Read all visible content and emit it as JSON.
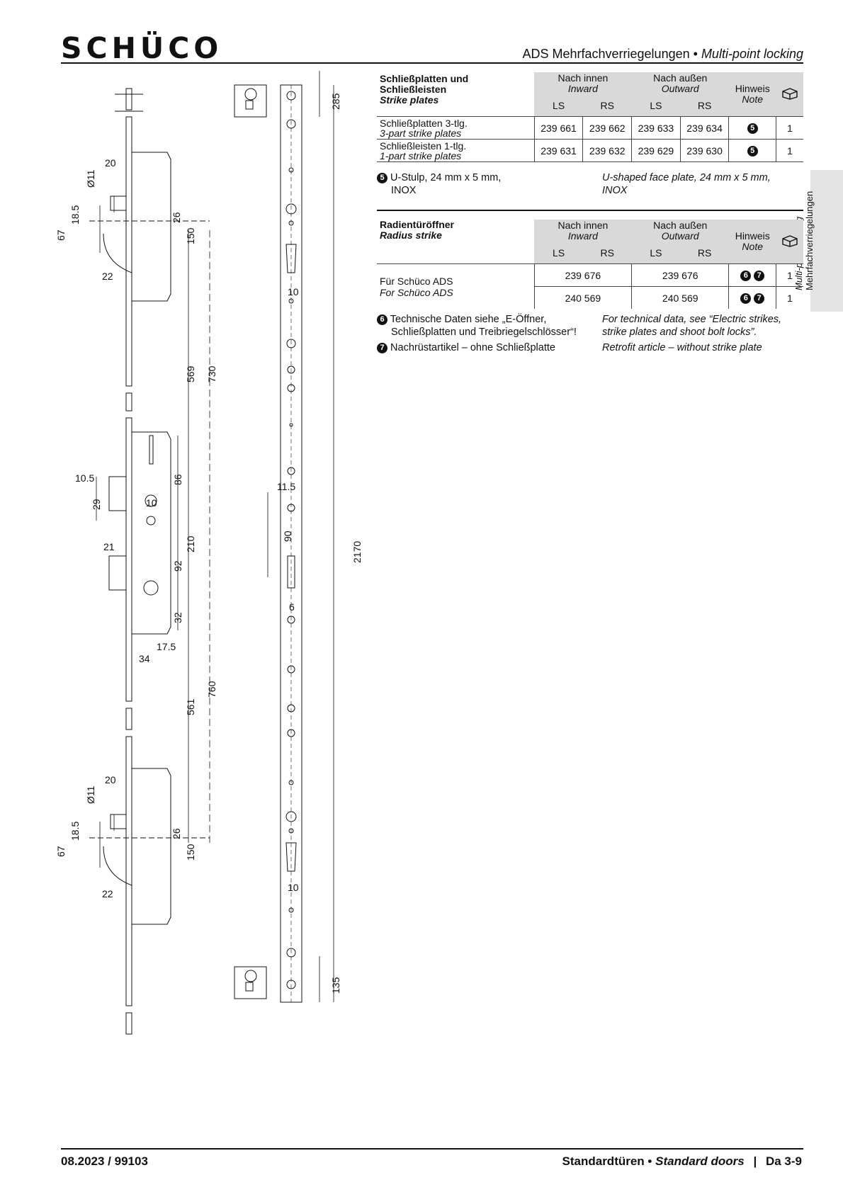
{
  "brand": "SCHÜCO",
  "header": {
    "title_de": "ADS Mehrfachverriegelungen",
    "title_sep": " • ",
    "title_en": "Multi-point locking"
  },
  "side_tab": {
    "en": "Multi-point locking",
    "de": "Mehrfachverriegelungen"
  },
  "table_strike": {
    "heading_de_1": "Schließplatten und",
    "heading_de_2": "Schließleisten",
    "heading_en": "Strike plates",
    "inward_de": "Nach innen",
    "inward_en": "Inward",
    "outward_de": "Nach außen",
    "outward_en": "Outward",
    "note_de": "Hinweis",
    "note_en": "Note",
    "ls": "LS",
    "rs": "RS",
    "rows": [
      {
        "de": "Schließplatten 3-tlg.",
        "en": "3-part strike plates",
        "in_ls": "239 661",
        "in_rs": "239 662",
        "out_ls": "239 633",
        "out_rs": "239 634",
        "note": "5",
        "qty": "1"
      },
      {
        "de": "Schließleisten 1-tlg.",
        "en": "1-part strike plates",
        "in_ls": "239 631",
        "in_rs": "239 632",
        "out_ls": "239 629",
        "out_rs": "239 630",
        "note": "5",
        "qty": "1"
      }
    ],
    "footnote_num": "5",
    "footnote_de_1": "U-Stulp, 24 mm x 5 mm,",
    "footnote_de_2": "INOX",
    "footnote_en_1": "U-shaped face plate, 24 mm x 5 mm,",
    "footnote_en_2": "INOX"
  },
  "table_radius": {
    "heading_de": "Radientüröffner",
    "heading_en": "Radius strike",
    "inward_de": "Nach innen",
    "inward_en": "Inward",
    "outward_de": "Nach außen",
    "outward_en": "Outward",
    "note_de": "Hinweis",
    "note_en": "Note",
    "ls": "LS",
    "rs": "RS",
    "row_de": "Für Schüco ADS",
    "row_en": "For Schüco ADS",
    "rows": [
      {
        "inward": "239 676",
        "outward": "239 676",
        "note_a": "6",
        "note_b": "7",
        "qty": "1"
      },
      {
        "inward": "240 569",
        "outward": "240 569",
        "note_a": "6",
        "note_b": "7",
        "qty": "1"
      }
    ],
    "fn6_num": "6",
    "fn6_de_1": "Technische Daten siehe „E-Öffner,",
    "fn6_de_2": "Schließplatten und Treibriegelschlösser“!",
    "fn6_en_1": "For technical data, see “Electric strikes,",
    "fn6_en_2": "strike plates and shoot bolt locks”.",
    "fn7_num": "7",
    "fn7_de": "Nachrüstartikel – ohne Schließplatte",
    "fn7_en": "Retrofit article – without strike plate"
  },
  "dimensions": {
    "d20a": "20",
    "d11a": "Ø11",
    "d185a": "18.5",
    "d67a": "67",
    "d26a": "26",
    "d150a": "150",
    "d22a": "22",
    "d569": "569",
    "d730": "730",
    "d105": "10.5",
    "d29": "29",
    "d10m": "10",
    "d86": "86",
    "d21": "21",
    "d210": "210",
    "d92": "92",
    "d32": "32",
    "d175": "17.5",
    "d34": "34",
    "d760": "760",
    "d561": "561",
    "d20b": "20",
    "d11b": "Ø11",
    "d185b": "18.5",
    "d67b": "67",
    "d26b": "26",
    "d150b": "150",
    "d22b": "22",
    "d285": "285",
    "d10r": "10",
    "d115": "11.5",
    "d90": "90",
    "d6": "6",
    "d2170": "2170",
    "d10r2": "10",
    "d135": "135"
  },
  "footer": {
    "left": "08.2023 / 99103",
    "right_de": "Standardtüren",
    "right_sep": " • ",
    "right_en": "Standard doors",
    "page_sep": "|",
    "page": "Da 3-9"
  }
}
